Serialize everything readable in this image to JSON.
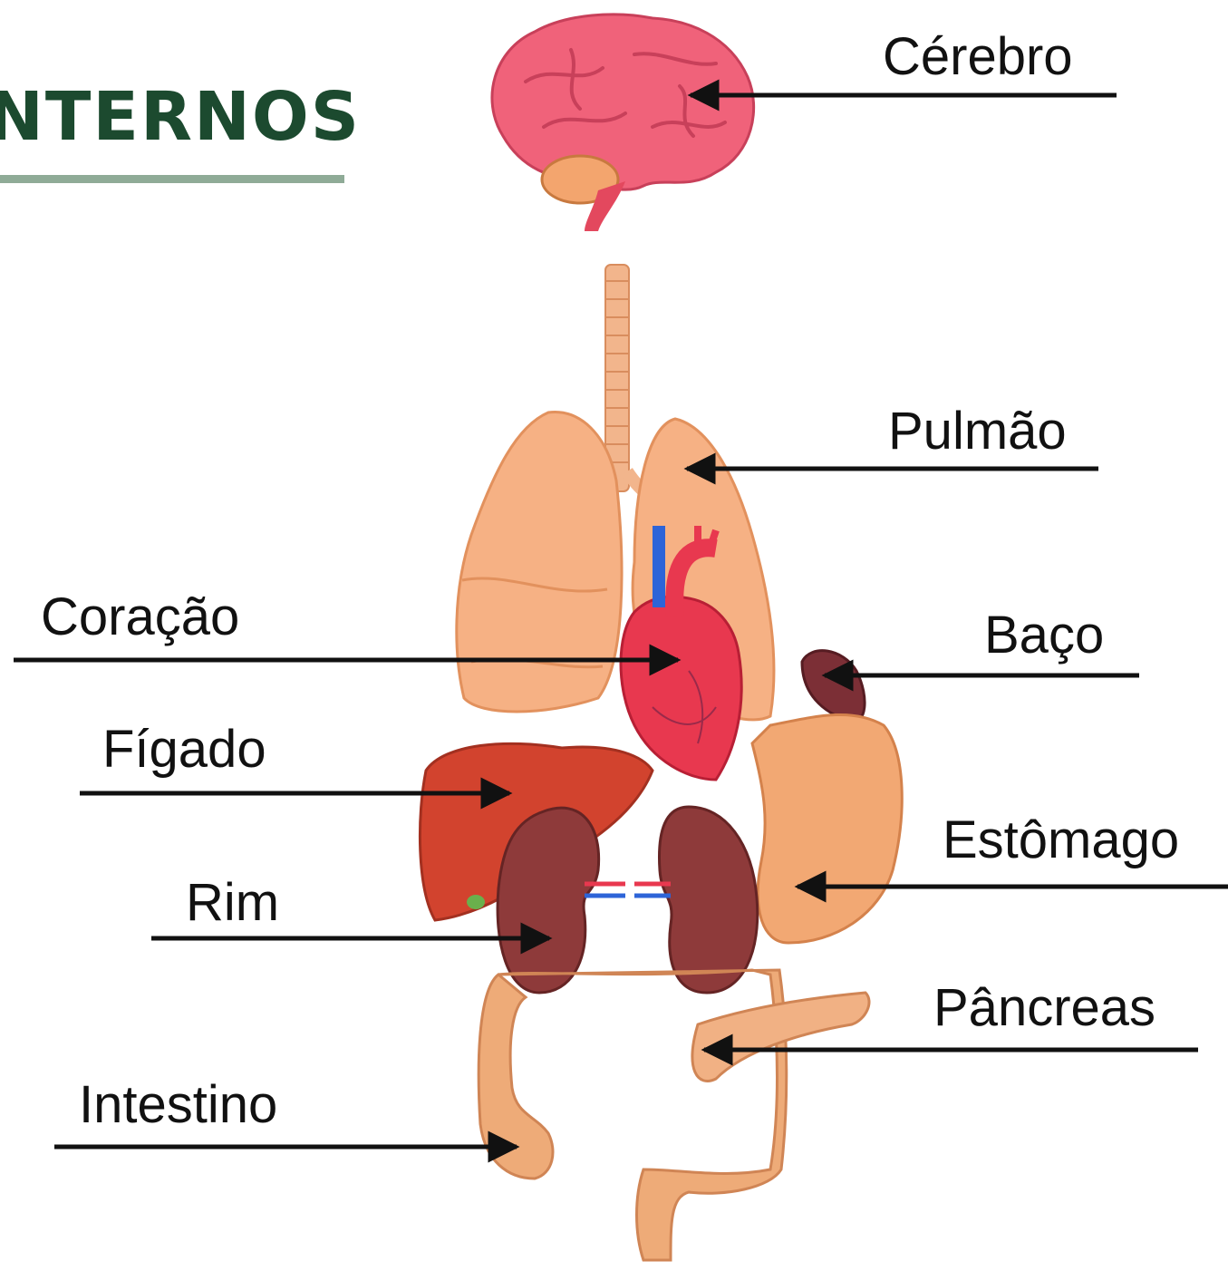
{
  "heading": {
    "text": "NTERNOS",
    "color": "#1c4a2f",
    "rule_color": "#8fab97"
  },
  "labels": {
    "cerebro": "Cérebro",
    "pulmao": "Pulmão",
    "coracao": "Coração",
    "baco": "Baço",
    "figado": "Fígado",
    "estomago": "Estômago",
    "rim": "Rim",
    "pancreas": "Pâncreas",
    "intestino": "Intestino"
  },
  "colors": {
    "brain": "#f0627a",
    "lung": "#f6b184",
    "heart": "#e8384f",
    "liver": "#d2432e",
    "kidney": "#8e3a3a",
    "spleen": "#7c2f36",
    "stomach": "#f2a873",
    "intestine": "#eeab78",
    "trachea": "#f2b58c",
    "arrow": "#111111"
  }
}
